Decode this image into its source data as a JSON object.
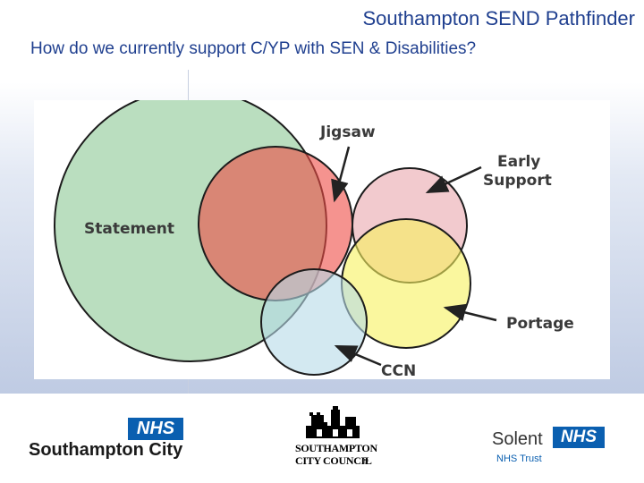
{
  "header": {
    "title": "Southampton SEND Pathfinder",
    "subtitle": "How do we currently support C/YP with SEN & Disabilities?"
  },
  "diagram": {
    "labels": {
      "jigsaw": "Jigsaw",
      "early_support_line1": "Early",
      "early_support_line2": "Support",
      "statement": "Statement",
      "portage": "Portage",
      "ccn": "CCN"
    },
    "colors": {
      "statement": "#8cc895",
      "jigsaw": "#ee4b44",
      "early_support": "#e9a6ad",
      "portage": "#f7f25e",
      "ccn": "#b5dbe7"
    }
  },
  "footer": {
    "nhs_southampton": {
      "badge": "NHS",
      "name": "Southampton City"
    },
    "council": {
      "line1": "SOUTHAMPTON",
      "line2": "CITY COUNCIL"
    },
    "solent": {
      "name": "Solent",
      "badge": "NHS",
      "trust": "NHS Trust"
    }
  }
}
